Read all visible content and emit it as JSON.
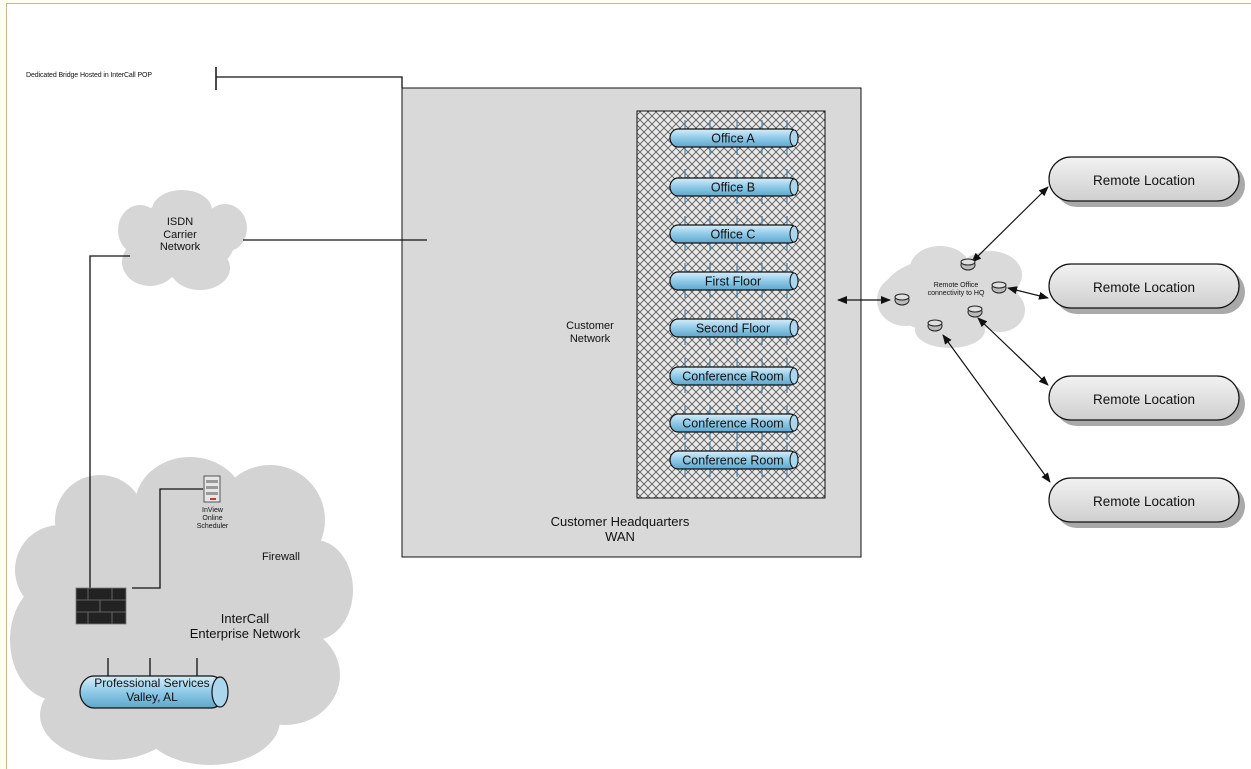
{
  "top_label": "Dedicated Bridge Hosted in InterCall POP",
  "isdn": {
    "line1": "ISDN",
    "line2": "Carrier",
    "line3": "Network"
  },
  "customer_network": {
    "line1": "Customer",
    "line2": "Network"
  },
  "hq": {
    "line1": "Customer Headquarters",
    "line2": "WAN"
  },
  "offices": [
    "Office A",
    "Office B",
    "Office C",
    "First Floor",
    "Second Floor",
    "Conference Room",
    "Conference Room",
    "Conference Room"
  ],
  "remote_hub": {
    "line1": "Remote Office",
    "line2": "connectivity to HQ"
  },
  "remote_locations": [
    "Remote Location",
    "Remote Location",
    "Remote Location",
    "Remote Location"
  ],
  "scheduler": {
    "line1": "InView",
    "line2": "Online",
    "line3": "Scheduler"
  },
  "firewall": "Firewall",
  "enterprise": {
    "line1": "InterCall",
    "line2": "Enterprise Network"
  },
  "professional": {
    "line1": "Professional Services",
    "line2": "Valley, AL"
  },
  "colors": {
    "pipe": "#8ecae8",
    "hq_fill": "#d9d9d9",
    "cloud": "#d4d4d4",
    "remote_fill": "#dcdcdc"
  }
}
